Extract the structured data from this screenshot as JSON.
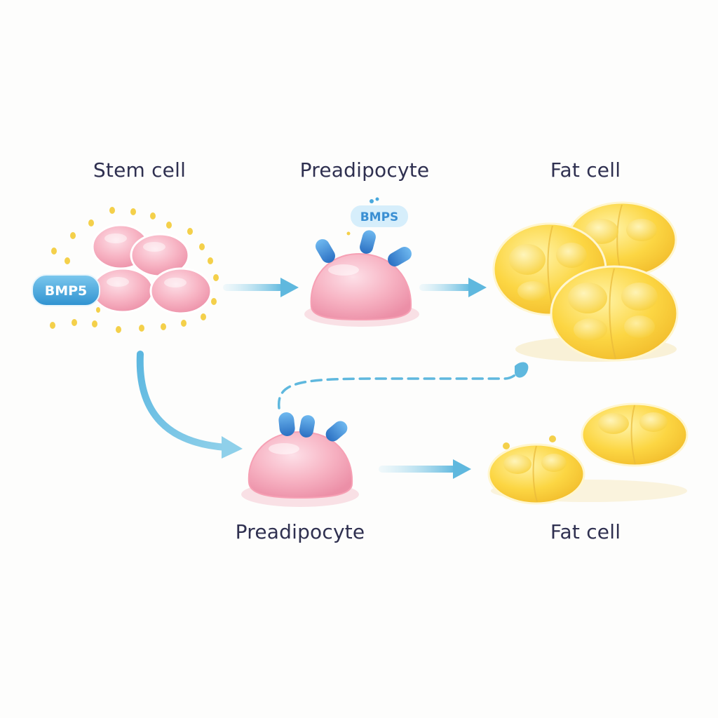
{
  "labels": {
    "stem_cell": "Stem cell",
    "preadipocyte_top": "Preadipocyte",
    "fat_cell_top": "Fat cell",
    "preadipocyte_bottom": "Preadipocyte",
    "fat_cell_bottom": "Fat cell"
  },
  "badges": {
    "stem_signal": "BMP5",
    "preadipocyte_signal": "BMPS"
  },
  "colors": {
    "stem_cell": "#f7b2c2",
    "preadipocyte": "#f7b2c2",
    "fat_cell": "#fbd33d",
    "signal_dots": "#f4d04a",
    "receptor": "#3f93d9",
    "badge": "#4aa9dd",
    "arrow": "#6fc2e3",
    "text": "#2f3050"
  },
  "icons": {
    "arrow": "arrow-right-icon",
    "dashed_arrow": "dashed-curved-arrow-icon"
  }
}
